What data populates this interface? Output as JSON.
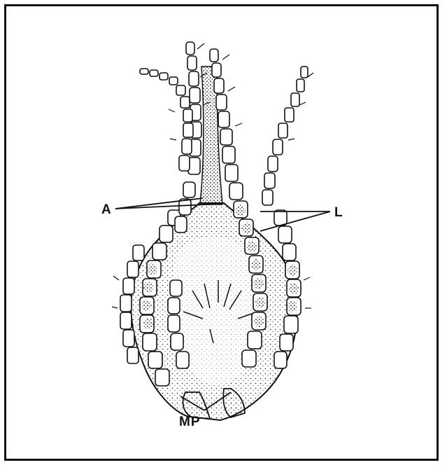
{
  "figure": {
    "labels": {
      "a": "A",
      "l": "L",
      "mp": "MP"
    },
    "colors": {
      "ink": "#111111",
      "background": "#ffffff"
    }
  }
}
